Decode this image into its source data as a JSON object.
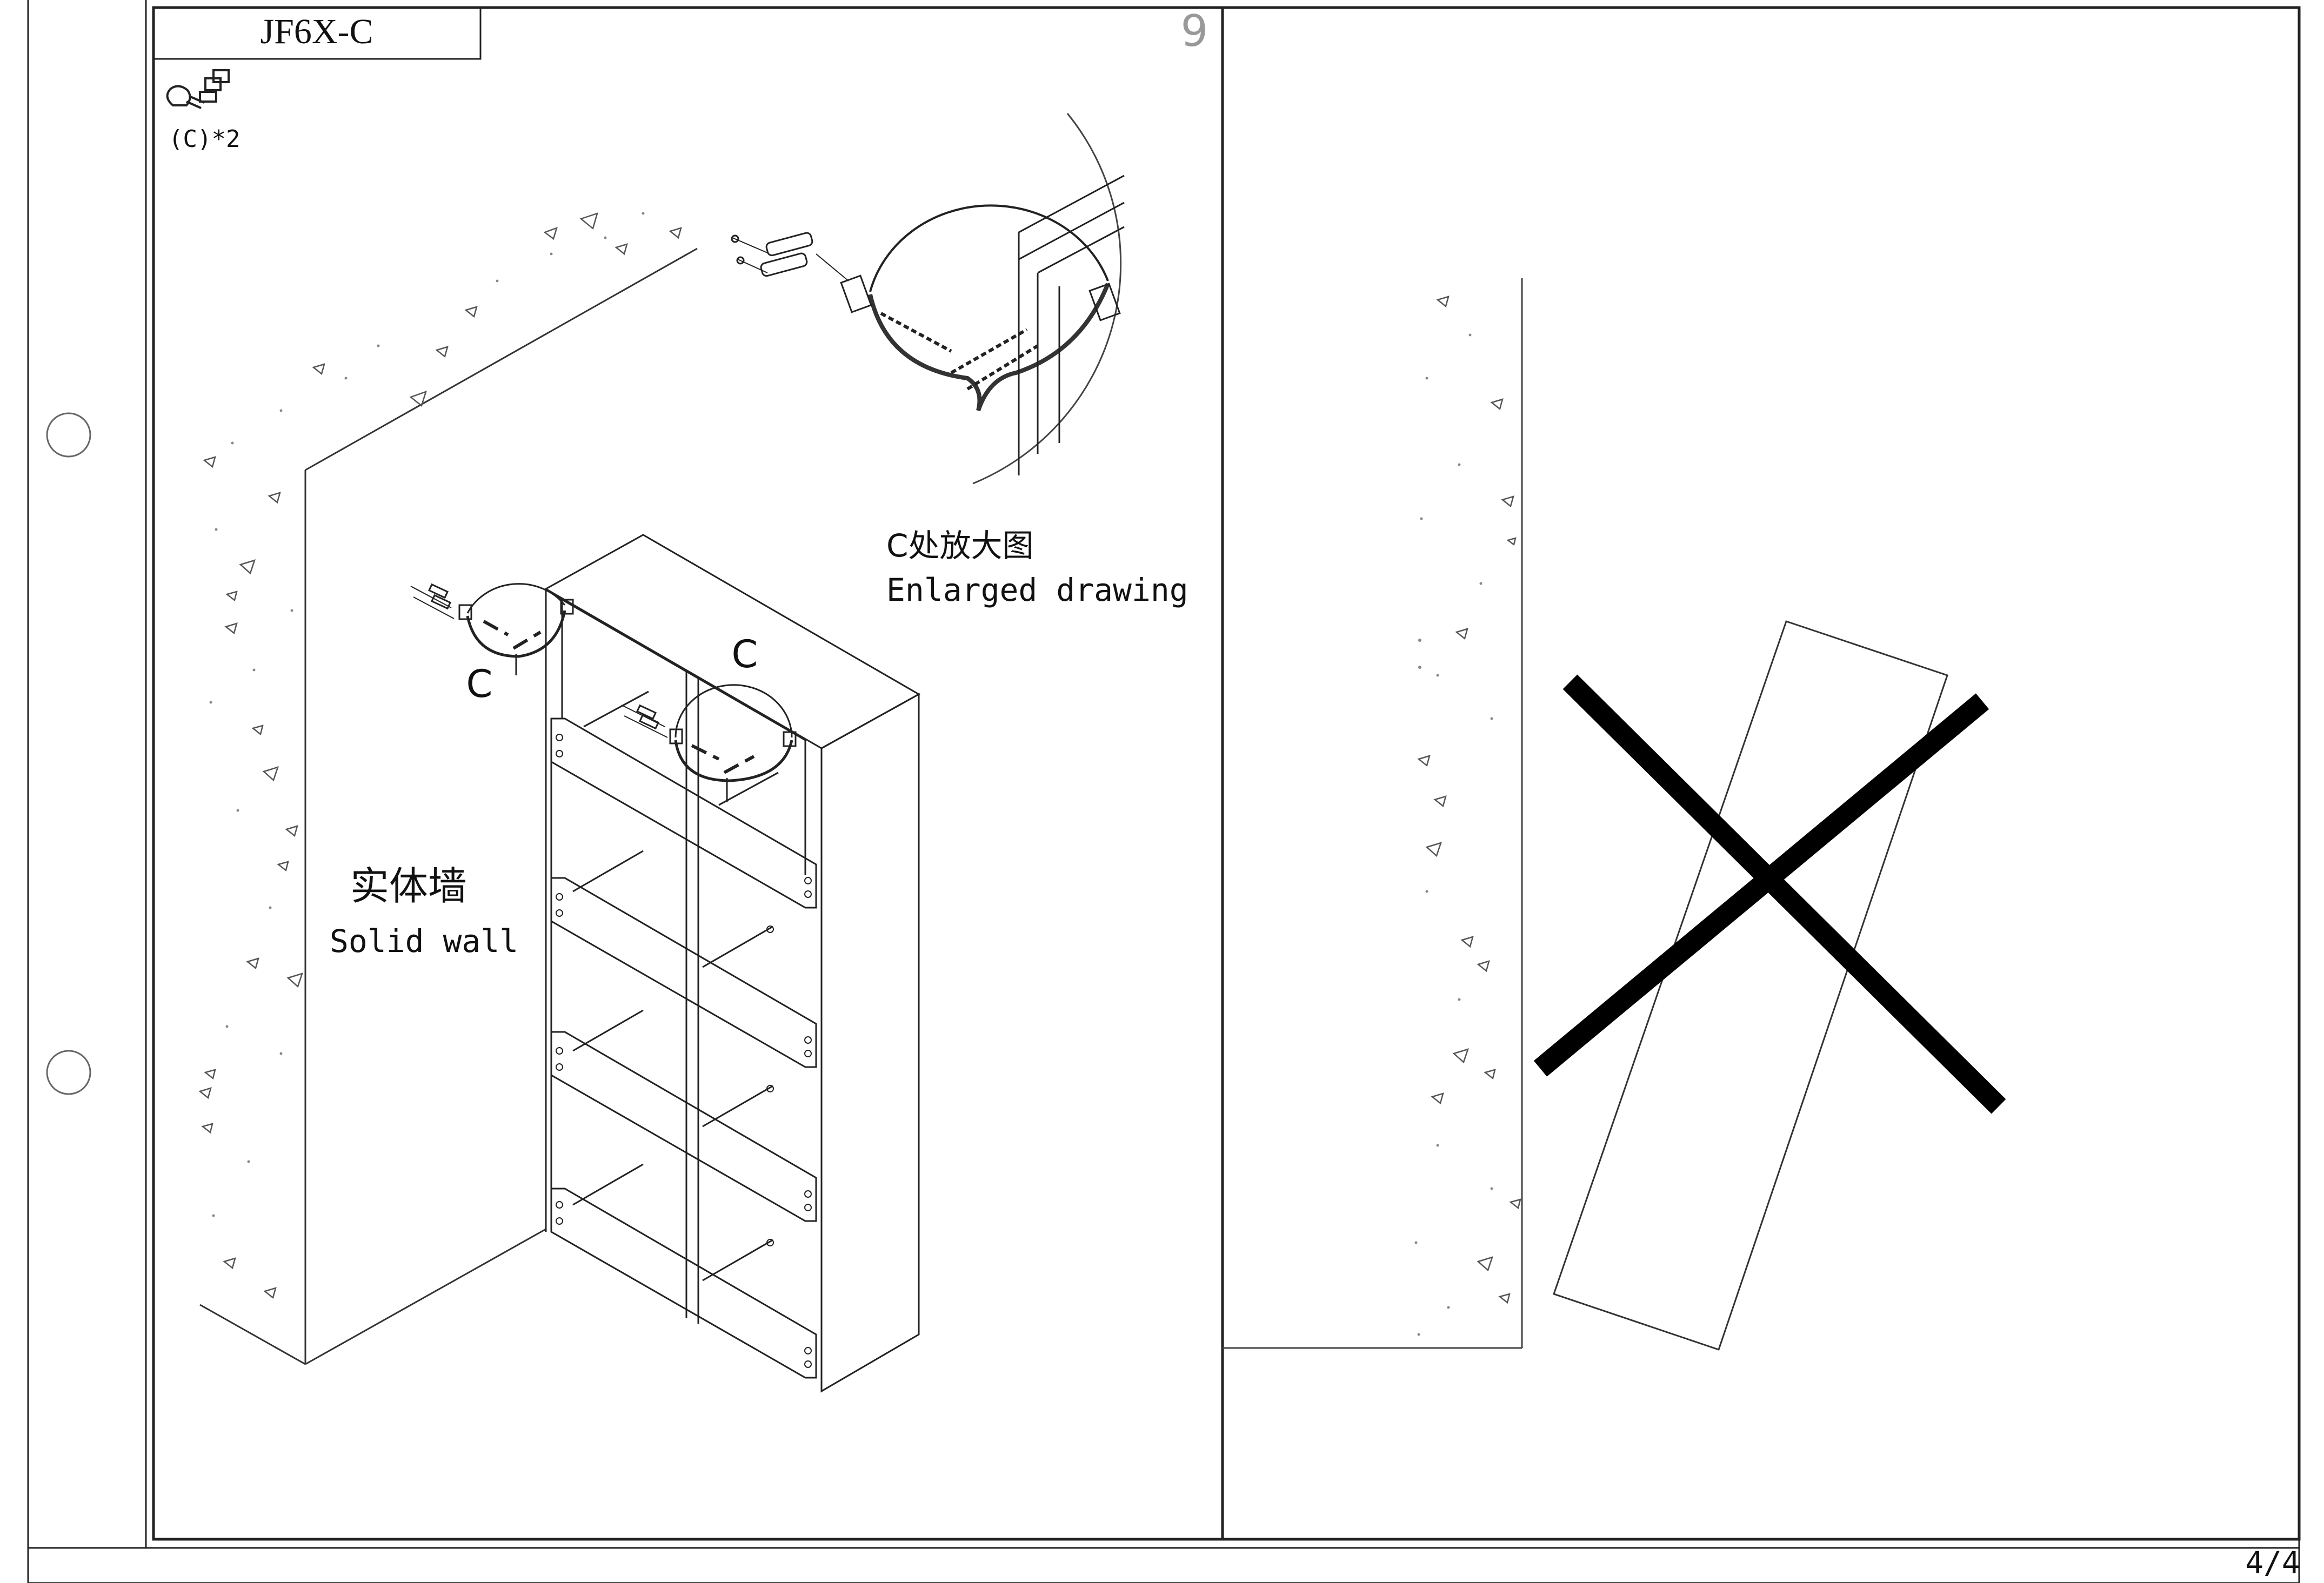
{
  "header": {
    "model_code": "JF6X-C",
    "step_number": "9"
  },
  "parts": {
    "part_label": "(C)*2",
    "icon": "bracket-screw-anchor-icon"
  },
  "left_panel": {
    "callout_left": "C",
    "callout_right": "C",
    "enlarged_cn": "C处放大图",
    "enlarged_en": "Enlarged drawing",
    "wall_cn": "实体墙",
    "wall_en": "Solid wall"
  },
  "right_panel": {
    "wrong_mark_icon": "cross-x-icon"
  },
  "footer": {
    "page": "4/4"
  }
}
